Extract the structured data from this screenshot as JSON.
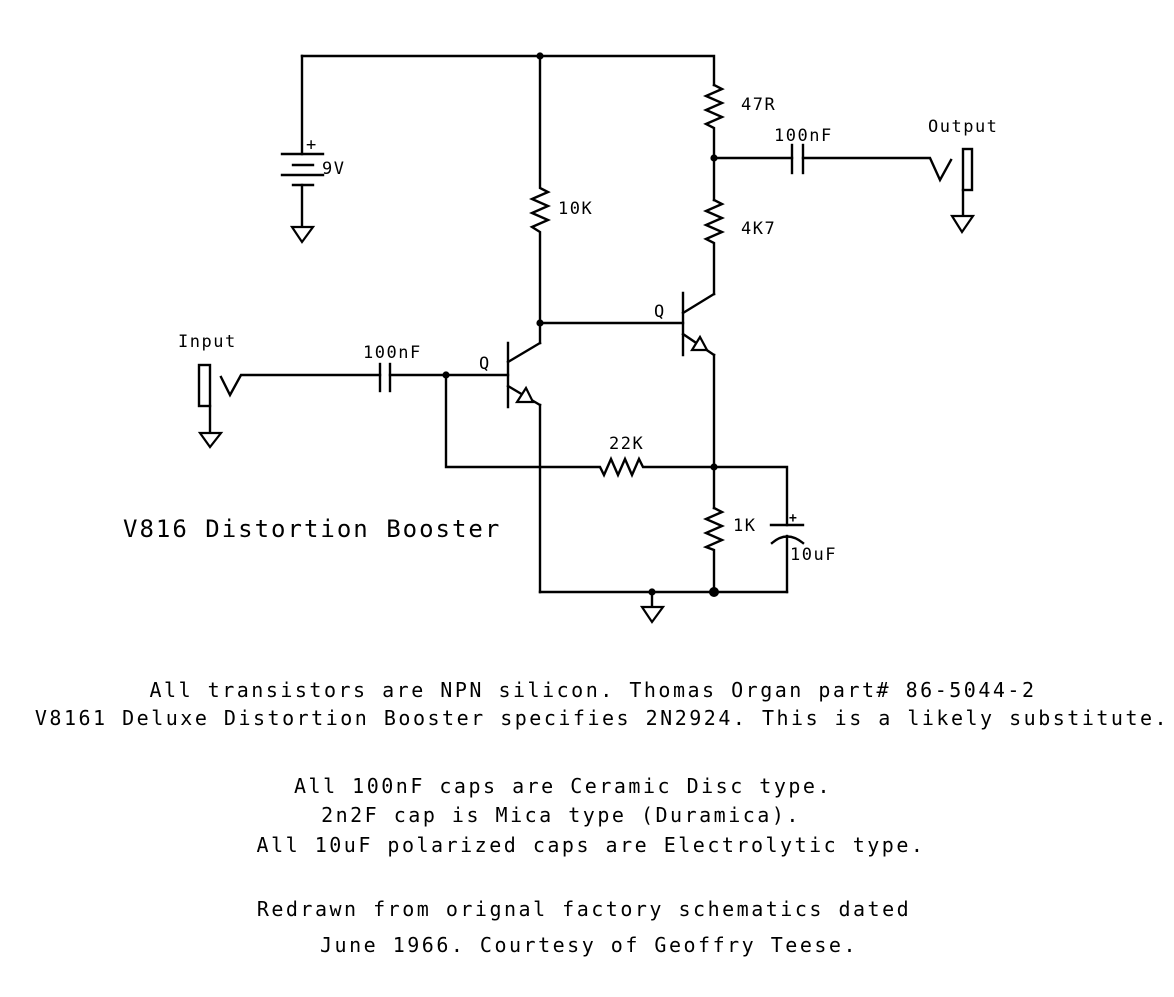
{
  "title": "V816 Distortion Booster",
  "schematic": {
    "battery": {
      "polarity": "+",
      "voltage": "9V"
    },
    "resistors": {
      "r_collector_q1": "10K",
      "r_supply": "47R",
      "r_collector_q2": "4K7",
      "r_feedback": "22K",
      "r_emitter": "1K"
    },
    "capacitors": {
      "c_input": "100nF",
      "c_output": "100nF",
      "c_emitter": "10uF",
      "c_emitter_polarity": "+"
    },
    "transistors": {
      "q1": "Q",
      "q2": "Q"
    },
    "jacks": {
      "input": "Input",
      "output": "Output"
    }
  },
  "notes": {
    "transistors": [
      "All transistors are NPN silicon. Thomas Organ part# 86-5044-2",
      "V8161 Deluxe Distortion Booster specifies 2N2924. This is a likely substitute."
    ],
    "capacitors": [
      "All 100nF caps are Ceramic Disc type.",
      "2n2F cap is Mica type (Duramica).",
      "All 10uF polarized caps are Electrolytic type."
    ],
    "credits": [
      "Redrawn from orignal factory schematics dated",
      "June 1966. Courtesy of Geoffry Teese."
    ]
  }
}
